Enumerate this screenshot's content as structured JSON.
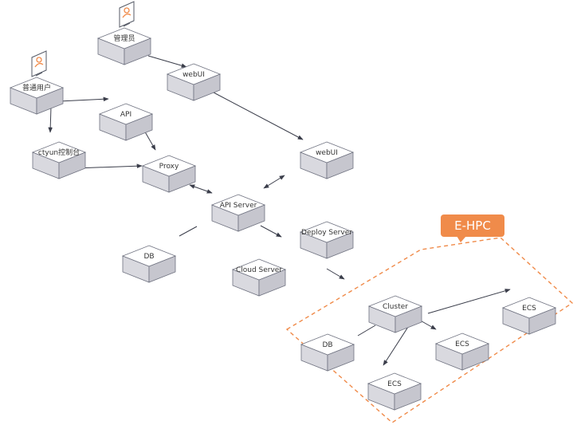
{
  "nodes": {
    "admin": {
      "label": "管理员",
      "icon": "admin-user-icon"
    },
    "normal_user": {
      "label": "普通用户",
      "icon": "user-icon"
    },
    "webui_top": {
      "label": "webUI"
    },
    "api": {
      "label": "API"
    },
    "ctyun_console": {
      "label": "ctyun控制台"
    },
    "proxy": {
      "label": "Proxy"
    },
    "webui_right": {
      "label": "webUI"
    },
    "api_server": {
      "label": "API Server"
    },
    "deploy_server": {
      "label": "Deploy Server"
    },
    "db_left": {
      "label": "DB"
    },
    "cloud_server": {
      "label": "Cloud Server"
    },
    "cluster": {
      "label": "Cluster"
    },
    "db_cluster": {
      "label": "DB"
    },
    "ecs_right": {
      "label": "ECS"
    },
    "ecs_middle": {
      "label": "ECS"
    },
    "ecs_bottom": {
      "label": "ECS"
    }
  },
  "ehpc": {
    "label": "E-HPC"
  },
  "colors": {
    "accent": "#f08b4a",
    "box_top": "#ffffff",
    "box_left": "#d9d9df",
    "box_right": "#c6c6ce",
    "box_stroke": "#6f7280",
    "edge": "#3a3d4a"
  }
}
